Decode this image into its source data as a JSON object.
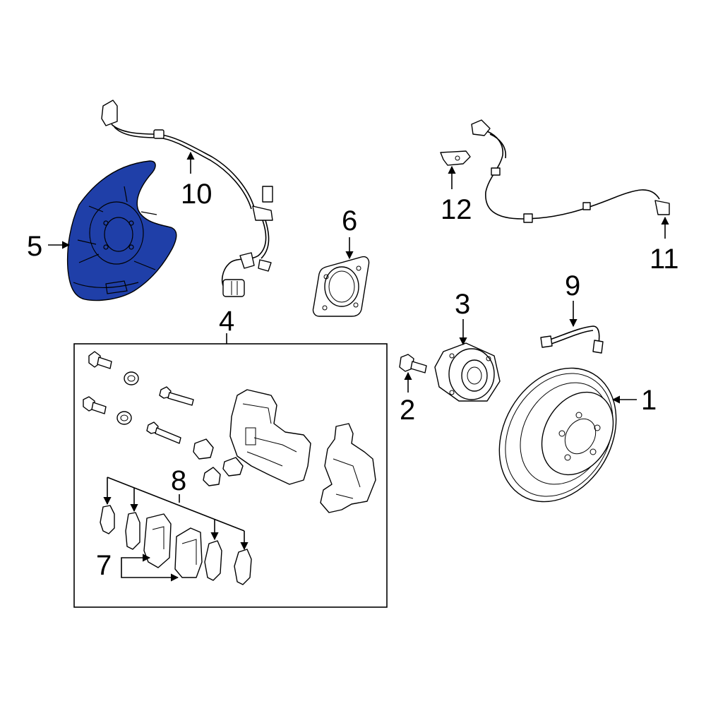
{
  "colors": {
    "highlight": "#1f3fa8",
    "line": "#000000",
    "background": "#ffffff"
  },
  "callouts": {
    "c1": "1",
    "c2": "2",
    "c3": "3",
    "c4": "4",
    "c5": "5",
    "c6": "6",
    "c7": "7",
    "c8": "8",
    "c9": "9",
    "c10": "10",
    "c11": "11",
    "c12": "12"
  }
}
